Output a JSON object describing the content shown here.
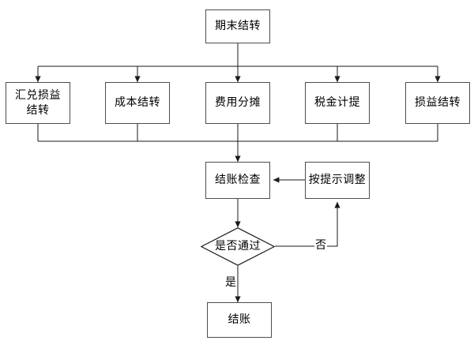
{
  "diagram": {
    "type": "flowchart",
    "title_node": {
      "id": "start",
      "label": "期末结转"
    },
    "stage_nodes": [
      {
        "id": "fx",
        "label": "汇兑损益\n结转"
      },
      {
        "id": "cost",
        "label": "成本结转"
      },
      {
        "id": "expense",
        "label": "费用分摊"
      },
      {
        "id": "tax",
        "label": "税金计提"
      },
      {
        "id": "pl",
        "label": "损益结转"
      }
    ],
    "check_node": {
      "id": "check",
      "label": "结账检查"
    },
    "adjust_node": {
      "id": "adjust",
      "label": "按提示调整"
    },
    "decision_node": {
      "id": "decision",
      "label": "是否通过"
    },
    "end_node": {
      "id": "end",
      "label": "结账"
    },
    "edge_labels": {
      "no": "否",
      "yes": "是"
    },
    "colors": {
      "node_border": "#4d4d4d",
      "node_fill": "#ffffff",
      "edge": "#1a1a1a",
      "text": "#000000",
      "background": "#ffffff"
    }
  }
}
